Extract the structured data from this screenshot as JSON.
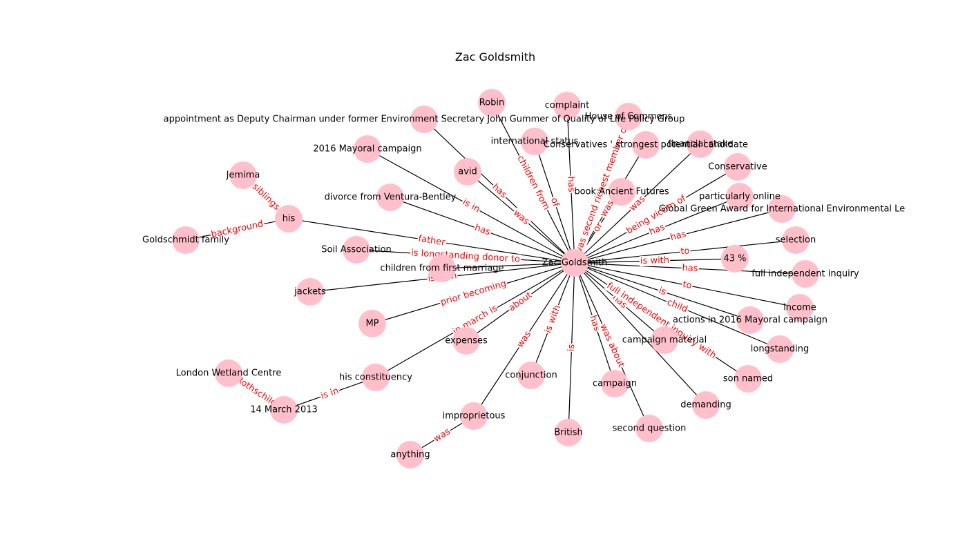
{
  "title": "Zac Goldsmith",
  "colors": {
    "node": "#ffc0cb",
    "edge": "#000000",
    "edge_label": "#ff0000",
    "node_label": "#000000"
  },
  "nodes": [
    {
      "id": "zac",
      "label": "Zac Goldsmith"
    },
    {
      "id": "robin",
      "label": "Robin"
    },
    {
      "id": "complaint",
      "label": "complaint"
    },
    {
      "id": "hoc",
      "label": "House of Commons"
    },
    {
      "id": "appointment",
      "label": "appointment as Deputy Chairman under former Environment Secretary John Gummer of Quality of Life Policy Group"
    },
    {
      "id": "intl",
      "label": "international status"
    },
    {
      "id": "strongest",
      "label": "Conservatives ' strongest potential candidate"
    },
    {
      "id": "financial",
      "label": "financial stake"
    },
    {
      "id": "mayoral",
      "label": "2016 Mayoral campaign"
    },
    {
      "id": "avid",
      "label": "avid"
    },
    {
      "id": "conservative",
      "label": "Conservative"
    },
    {
      "id": "jemima",
      "label": "Jemima"
    },
    {
      "id": "book",
      "label": "book Ancient Futures"
    },
    {
      "id": "online",
      "label": "particularly online"
    },
    {
      "id": "divorce",
      "label": "divorce from Ventura-Bentley"
    },
    {
      "id": "award",
      "label": "Global Green Award for International Environmental Le"
    },
    {
      "id": "his",
      "label": "his"
    },
    {
      "id": "goldschmidt",
      "label": "Goldschmidt family"
    },
    {
      "id": "selection",
      "label": "selection"
    },
    {
      "id": "soil",
      "label": "Soil Association"
    },
    {
      "id": "pct",
      "label": "43 %"
    },
    {
      "id": "children",
      "label": "children from first marriage"
    },
    {
      "id": "inquiry",
      "label": "full independent inquiry"
    },
    {
      "id": "jackets",
      "label": "jackets"
    },
    {
      "id": "income",
      "label": "income"
    },
    {
      "id": "actions",
      "label": "actions in 2016 Mayoral campaign"
    },
    {
      "id": "mp",
      "label": "MP"
    },
    {
      "id": "expenses",
      "label": "expenses"
    },
    {
      "id": "campmat",
      "label": "campaign material"
    },
    {
      "id": "longstanding",
      "label": "longstanding"
    },
    {
      "id": "wetland",
      "label": "London Wetland Centre"
    },
    {
      "id": "constituency",
      "label": "his constituency"
    },
    {
      "id": "conjunction",
      "label": "conjunction"
    },
    {
      "id": "campaign",
      "label": "campaign"
    },
    {
      "id": "son",
      "label": "son named"
    },
    {
      "id": "march",
      "label": "14 March 2013"
    },
    {
      "id": "demanding",
      "label": "demanding"
    },
    {
      "id": "improprietous",
      "label": "improprietous"
    },
    {
      "id": "secondq",
      "label": "second question"
    },
    {
      "id": "british",
      "label": "British"
    },
    {
      "id": "anything",
      "label": "anything"
    }
  ],
  "edges": [
    {
      "source": "zac",
      "target": "appointment",
      "label": "has"
    },
    {
      "source": "zac",
      "target": "robin",
      "label": "children from"
    },
    {
      "source": "zac",
      "target": "complaint",
      "label": "has"
    },
    {
      "source": "zac",
      "target": "hoc",
      "label": "was second richest member of"
    },
    {
      "source": "zac",
      "target": "intl",
      "label": "of"
    },
    {
      "source": "zac",
      "target": "strongest",
      "label": "was in"
    },
    {
      "source": "zac",
      "target": "financial",
      "label": "was"
    },
    {
      "source": "zac",
      "target": "mayoral",
      "label": "is in"
    },
    {
      "source": "zac",
      "target": "avid",
      "label": "was"
    },
    {
      "source": "zac",
      "target": "conservative",
      "label": "being victim of"
    },
    {
      "source": "zac",
      "target": "book",
      "label": "or"
    },
    {
      "source": "zac",
      "target": "online",
      "label": "has"
    },
    {
      "source": "zac",
      "target": "divorce",
      "label": "has"
    },
    {
      "source": "zac",
      "target": "award",
      "label": "has"
    },
    {
      "source": "zac",
      "target": "his",
      "label": "father"
    },
    {
      "source": "his",
      "target": "jemima",
      "label": "siblings"
    },
    {
      "source": "his",
      "target": "goldschmidt",
      "label": "background"
    },
    {
      "source": "zac",
      "target": "selection",
      "label": "to"
    },
    {
      "source": "zac",
      "target": "soil",
      "label": "is longstanding donor to"
    },
    {
      "source": "zac",
      "target": "pct",
      "label": "is with"
    },
    {
      "source": "zac",
      "target": "children",
      "label": ""
    },
    {
      "source": "zac",
      "target": "inquiry",
      "label": "has"
    },
    {
      "source": "zac",
      "target": "jackets",
      "label": "is with"
    },
    {
      "source": "zac",
      "target": "income",
      "label": "to"
    },
    {
      "source": "zac",
      "target": "actions",
      "label": "is"
    },
    {
      "source": "zac",
      "target": "mp",
      "label": "prior becoming"
    },
    {
      "source": "zac",
      "target": "expenses",
      "label": "about"
    },
    {
      "source": "zac",
      "target": "campmat",
      "label": "has"
    },
    {
      "source": "zac",
      "target": "longstanding",
      "label": "child"
    },
    {
      "source": "zac",
      "target": "constituency",
      "label": "in march is"
    },
    {
      "source": "constituency",
      "target": "march",
      "label": "is in"
    },
    {
      "source": "march",
      "target": "wetland",
      "label": "Rothschild"
    },
    {
      "source": "zac",
      "target": "conjunction",
      "label": "is with"
    },
    {
      "source": "zac",
      "target": "campaign",
      "label": "has"
    },
    {
      "source": "zac",
      "target": "son",
      "label": "full independent inquiry with"
    },
    {
      "source": "zac",
      "target": "demanding",
      "label": ""
    },
    {
      "source": "zac",
      "target": "improprietous",
      "label": "was"
    },
    {
      "source": "improprietous",
      "target": "anything",
      "label": "was"
    },
    {
      "source": "zac",
      "target": "secondq",
      "label": "was about"
    },
    {
      "source": "zac",
      "target": "british",
      "label": "is"
    }
  ]
}
